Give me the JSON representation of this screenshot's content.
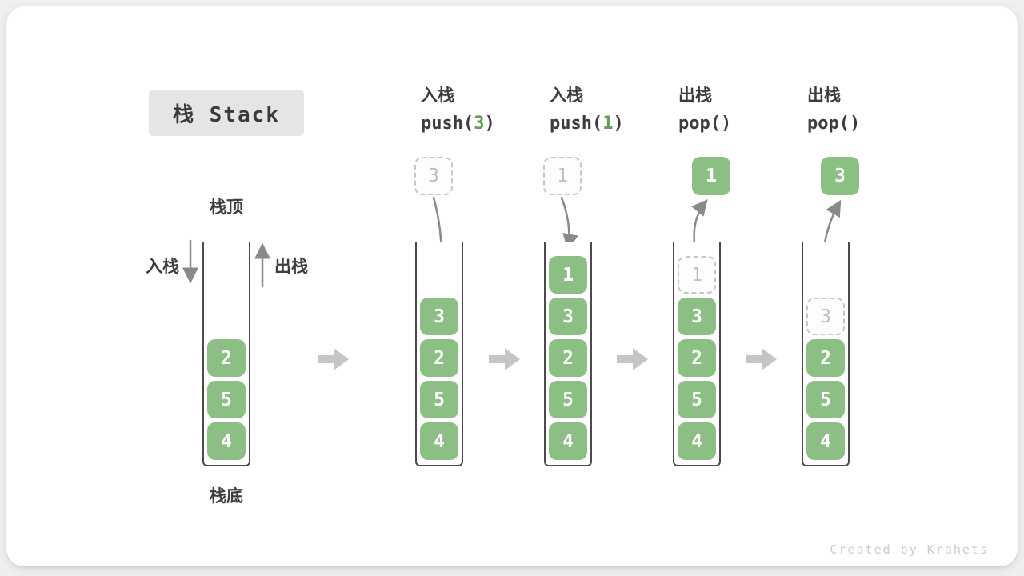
{
  "title": "栈 Stack",
  "side_labels": {
    "top": "栈顶",
    "bottom": "栈底",
    "push": "入栈",
    "pop": "出栈"
  },
  "watermark": "Created by Krahets",
  "colors": {
    "block_green": "#8cbf83",
    "code_green": "#5fa052",
    "ink": "#3d3d3d",
    "curve_arrow_gray": "#8a8a8a",
    "flow_arrow_gray": "#c5c5c5",
    "ghost_gray": "#c6c6c6"
  },
  "columns": [
    {
      "op": null,
      "cells_bottom_up": [
        "4",
        "5",
        "2"
      ],
      "ghost": null,
      "top_box": null,
      "arrow": null
    },
    {
      "op": {
        "zh": "入栈",
        "fn": "push",
        "arg": "3"
      },
      "cells_bottom_up": [
        "4",
        "5",
        "2",
        "3"
      ],
      "ghost": null,
      "top_box": {
        "value": "3",
        "style": "ghost"
      },
      "arrow": "down"
    },
    {
      "op": {
        "zh": "入栈",
        "fn": "push",
        "arg": "1"
      },
      "cells_bottom_up": [
        "4",
        "5",
        "2",
        "3",
        "1"
      ],
      "ghost": null,
      "top_box": {
        "value": "1",
        "style": "ghost"
      },
      "arrow": "down"
    },
    {
      "op": {
        "zh": "出栈",
        "fn": "pop",
        "arg": ""
      },
      "cells_bottom_up": [
        "4",
        "5",
        "2",
        "3"
      ],
      "ghost": {
        "value": "1",
        "slot": 4
      },
      "top_box": {
        "value": "1",
        "style": "solid"
      },
      "arrow": "up"
    },
    {
      "op": {
        "zh": "出栈",
        "fn": "pop",
        "arg": ""
      },
      "cells_bottom_up": [
        "4",
        "5",
        "2"
      ],
      "ghost": {
        "value": "3",
        "slot": 3
      },
      "top_box": {
        "value": "3",
        "style": "solid"
      },
      "arrow": "up"
    }
  ]
}
